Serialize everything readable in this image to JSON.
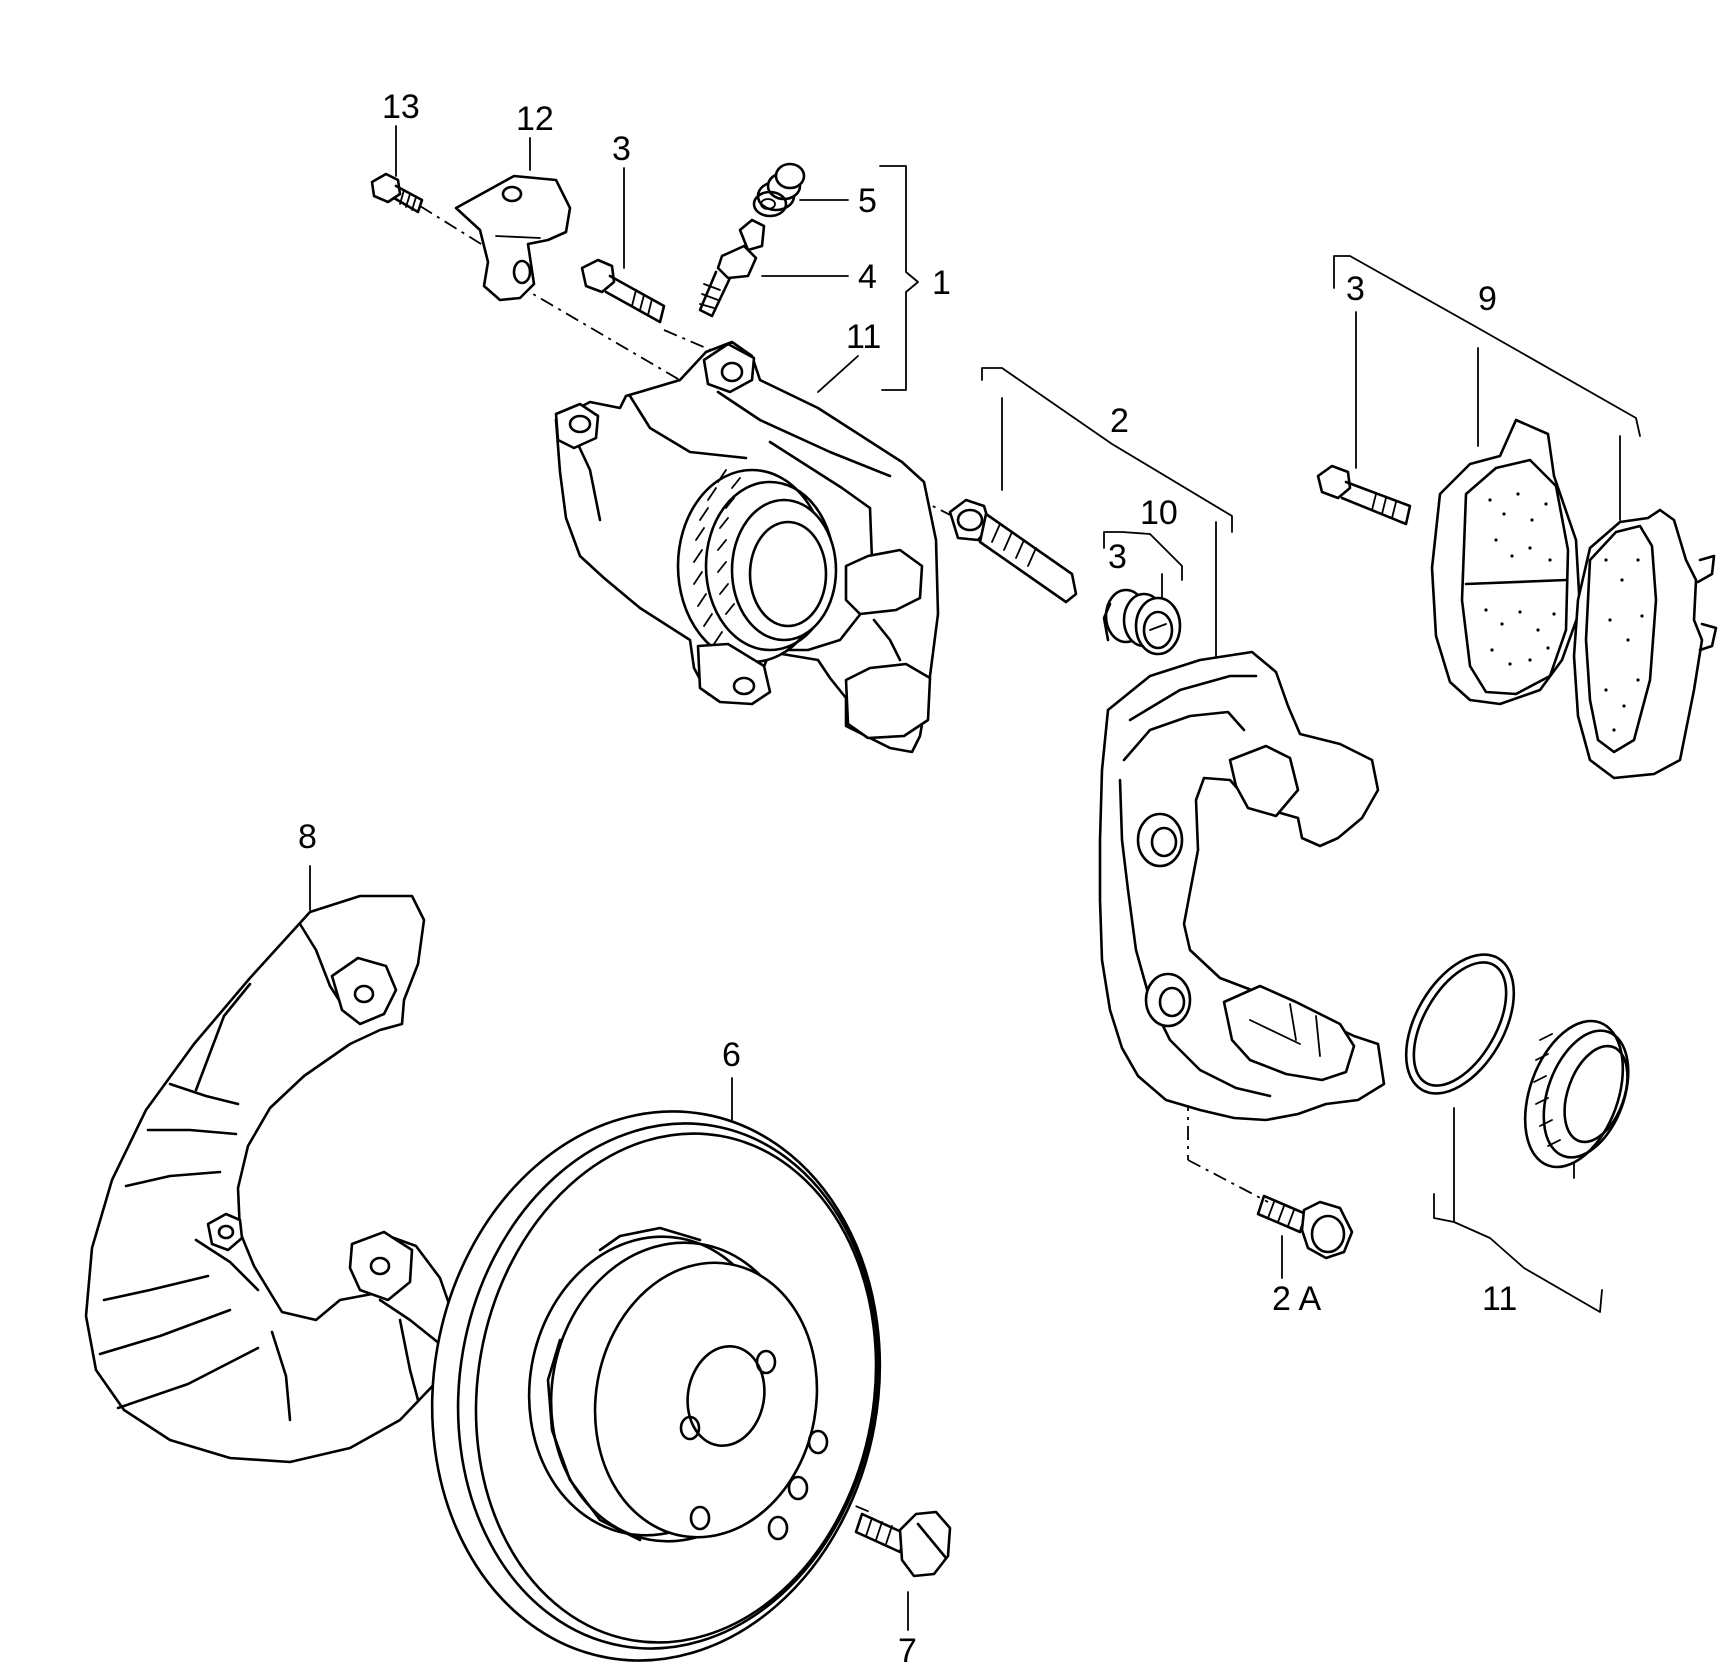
{
  "labels": {
    "item_1": "1",
    "item_2": "2",
    "item_2a": "2 A",
    "item_3_bolt_top": "3",
    "item_3_bolt_pad": "3",
    "item_3_cap": "3",
    "item_4": "4",
    "item_5": "5",
    "item_6": "6",
    "item_7": "7",
    "item_8": "8",
    "item_9": "9",
    "item_10": "10",
    "item_11_top": "11",
    "item_11_bottom": "11",
    "item_12": "12",
    "item_13": "13"
  }
}
